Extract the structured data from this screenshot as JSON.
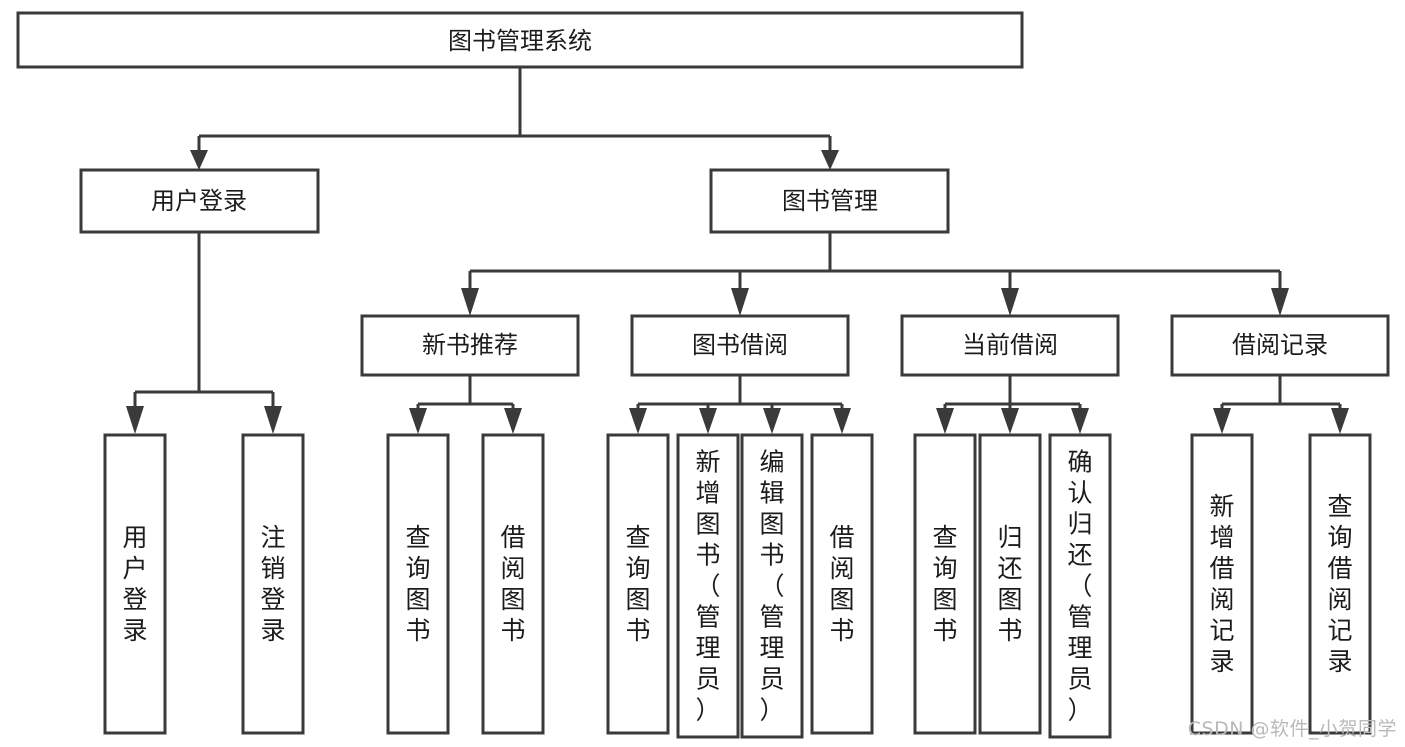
{
  "diagram": {
    "type": "tree-hierarchy",
    "title": "图书管理系统",
    "orientation": "top-down",
    "style": {
      "box_fill": "#ffffff",
      "box_stroke": "#3a3a3a",
      "text_color": "#1c1c1c",
      "background": "#ffffff",
      "watermark_color": "#b9b9b9"
    },
    "levels": [
      {
        "level": 1,
        "nodes": [
          {
            "id": "root",
            "label": "图书管理系统",
            "orientation": "horizontal"
          }
        ]
      },
      {
        "level": 2,
        "nodes": [
          {
            "id": "user-login",
            "label": "用户登录",
            "orientation": "horizontal",
            "parent": "root"
          },
          {
            "id": "book-manage",
            "label": "图书管理",
            "orientation": "horizontal",
            "parent": "root"
          }
        ]
      },
      {
        "level": 3,
        "nodes": [
          {
            "id": "new-book-rec",
            "label": "新书推荐",
            "orientation": "horizontal",
            "parent": "book-manage"
          },
          {
            "id": "book-borrow",
            "label": "图书借阅",
            "orientation": "horizontal",
            "parent": "book-manage"
          },
          {
            "id": "current-borrow",
            "label": "当前借阅",
            "orientation": "horizontal",
            "parent": "book-manage"
          },
          {
            "id": "borrow-record",
            "label": "借阅记录",
            "orientation": "horizontal",
            "parent": "book-manage"
          }
        ]
      },
      {
        "level": 4,
        "nodes": [
          {
            "id": "leaf-user-login",
            "label": "用户登录",
            "orientation": "vertical",
            "parent": "user-login"
          },
          {
            "id": "leaf-user-logout",
            "label": "注销登录",
            "orientation": "vertical",
            "parent": "user-login"
          },
          {
            "id": "leaf-query-book-1",
            "label": "查询图书",
            "orientation": "vertical",
            "parent": "new-book-rec"
          },
          {
            "id": "leaf-borrow-book-1",
            "label": "借阅图书",
            "orientation": "vertical",
            "parent": "new-book-rec"
          },
          {
            "id": "leaf-query-book-2",
            "label": "查询图书",
            "orientation": "vertical",
            "parent": "book-borrow"
          },
          {
            "id": "leaf-add-book",
            "label": "新增图书（管理员）",
            "orientation": "vertical",
            "parent": "book-borrow"
          },
          {
            "id": "leaf-edit-book",
            "label": "编辑图书（管理员）",
            "orientation": "vertical",
            "parent": "book-borrow"
          },
          {
            "id": "leaf-borrow-book-2",
            "label": "借阅图书",
            "orientation": "vertical",
            "parent": "book-borrow"
          },
          {
            "id": "leaf-query-book-3",
            "label": "查询图书",
            "orientation": "vertical",
            "parent": "current-borrow"
          },
          {
            "id": "leaf-return-book",
            "label": "归还图书",
            "orientation": "vertical",
            "parent": "current-borrow"
          },
          {
            "id": "leaf-confirm-return",
            "label": "确认归还（管理员）",
            "orientation": "vertical",
            "parent": "current-borrow"
          },
          {
            "id": "leaf-add-record",
            "label": "新增借阅记录",
            "orientation": "vertical",
            "parent": "borrow-record"
          },
          {
            "id": "leaf-query-record",
            "label": "查询借阅记录",
            "orientation": "vertical",
            "parent": "borrow-record"
          }
        ]
      }
    ],
    "watermark": "CSDN @软件_小贺同学"
  }
}
